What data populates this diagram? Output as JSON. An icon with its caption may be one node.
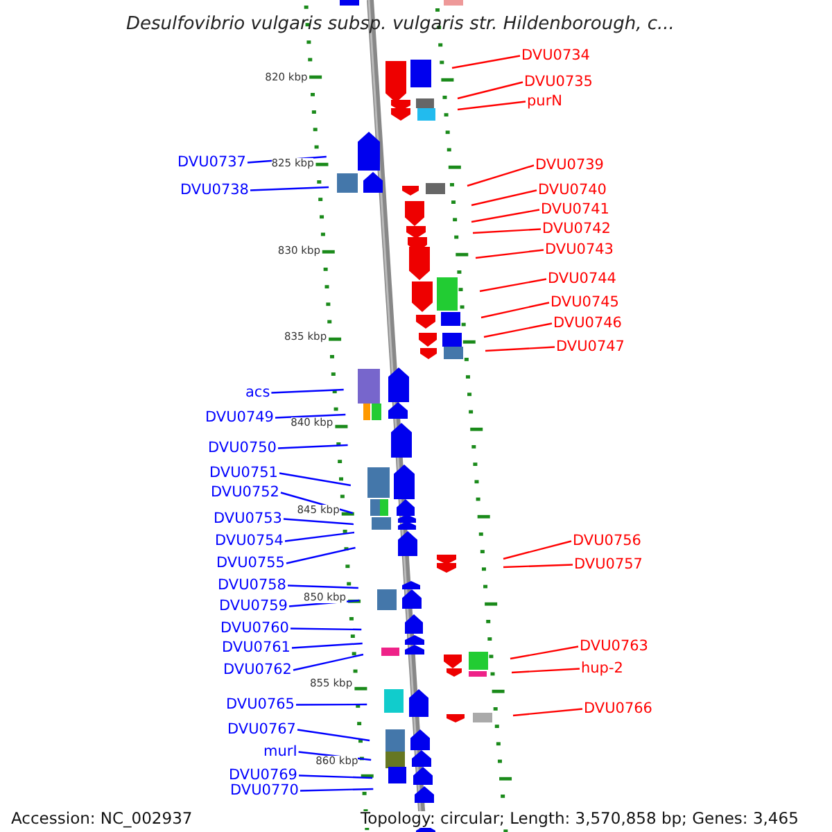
{
  "diagram": {
    "title": "Desulfovibrio vulgaris subsp. vulgaris str. Hildenborough, c...",
    "nodes": [
      {
        "text": [
          "DVU0734"
        ]
      },
      {
        "text": [
          "DVU0735"
        ]
      },
      {
        "text": [
          "purN"
        ]
      },
      {
        "text": [
          "DVU0737"
        ]
      },
      {
        "text": [
          "DVU0739"
        ]
      },
      {
        "text": [
          "DVU0738"
        ]
      },
      {
        "text": [
          "DVU0740"
        ]
      },
      {
        "text": [
          "DVU0741"
        ]
      },
      {
        "text": [
          "DVU0742"
        ]
      },
      {
        "text": [
          "DVU0743"
        ]
      },
      {
        "text": [
          "DVU0744"
        ]
      },
      {
        "text": [
          "DVU0745"
        ]
      },
      {
        "text": [
          "DVU0746"
        ]
      },
      {
        "text": [
          "DVU0747"
        ]
      },
      {
        "text": [
          "acs"
        ]
      },
      {
        "text": [
          "DVU0749"
        ]
      },
      {
        "text": [
          "DVU0750"
        ]
      },
      {
        "text": [
          "DVU0751"
        ]
      },
      {
        "text": [
          "DVU0752"
        ]
      },
      {
        "text": [
          "DVU0753"
        ]
      },
      {
        "text": [
          "DVU0754"
        ]
      },
      {
        "text": [
          "DVU0756"
        ]
      },
      {
        "text": [
          "DVU0755"
        ]
      },
      {
        "text": [
          "DVU0757"
        ]
      },
      {
        "text": [
          "DVU0758"
        ]
      },
      {
        "text": [
          "DVU0759"
        ]
      },
      {
        "text": [
          "DVU0760"
        ]
      },
      {
        "text": [
          "DVU0763"
        ]
      },
      {
        "text": [
          "DVU0761"
        ]
      },
      {
        "text": [
          "hup-2"
        ]
      },
      {
        "text": [
          "DVU0762"
        ]
      },
      {
        "text": [
          "DVU0765"
        ]
      },
      {
        "text": [
          "DVU0766"
        ]
      },
      {
        "text": [
          "DVU0767"
        ]
      },
      {
        "text": [
          "murI"
        ]
      },
      {
        "text": [
          "DVU0769"
        ]
      },
      {
        "text": [
          "DVU0770"
        ]
      }
    ],
    "edges": [
      {
        "from": 0,
        "to": null,
        "arrow": "none",
        "color": "#ff0000"
      },
      {
        "from": 1,
        "to": null,
        "arrow": "none",
        "color": "#ff0000"
      },
      {
        "from": 2,
        "to": null,
        "arrow": "none",
        "color": "#ff0000"
      },
      {
        "from": 3,
        "to": null,
        "arrow": "none"
      },
      {
        "from": 4,
        "to": null,
        "arrow": "none",
        "color": "#ff0000"
      },
      {
        "from": 5,
        "to": null,
        "arrow": "none"
      },
      {
        "from": 6,
        "to": null,
        "arrow": "none",
        "color": "#ff0000"
      },
      {
        "from": 7,
        "to": null,
        "arrow": "none",
        "color": "#ff0000"
      },
      {
        "from": 8,
        "to": null,
        "arrow": "none",
        "color": "#ff0000"
      },
      {
        "from": 9,
        "to": null,
        "arrow": "none",
        "color": "#ff0000"
      },
      {
        "from": 10,
        "to": null,
        "arrow": "none",
        "color": "#ff0000"
      },
      {
        "from": 11,
        "to": null,
        "arrow": "none",
        "color": "#ff0000"
      },
      {
        "from": 12,
        "to": null,
        "arrow": "none",
        "color": "#ff0000"
      },
      {
        "from": 13,
        "to": null,
        "arrow": "none",
        "color": "#ff0000"
      },
      {
        "from": 14,
        "to": null,
        "arrow": "none"
      },
      {
        "from": 15,
        "to": null,
        "arrow": "none"
      },
      {
        "from": 16,
        "to": null,
        "arrow": "none"
      },
      {
        "from": 17,
        "to": null,
        "arrow": "none"
      },
      {
        "from": 18,
        "to": null,
        "arrow": "none"
      },
      {
        "from": 19,
        "to": null,
        "arrow": "none"
      },
      {
        "from": 20,
        "to": null,
        "arrow": "none"
      },
      {
        "from": 21,
        "to": null,
        "arrow": "none",
        "color": "#ff0000"
      },
      {
        "from": 22,
        "to": null,
        "arrow": "none"
      },
      {
        "from": 23,
        "to": null,
        "arrow": "none",
        "color": "#ff0000"
      },
      {
        "from": 24,
        "to": null,
        "arrow": "none"
      },
      {
        "from": 25,
        "to": null,
        "arrow": "none"
      },
      {
        "from": 26,
        "to": null,
        "arrow": "none"
      },
      {
        "from": 27,
        "to": null,
        "arrow": "none",
        "color": "#ff0000"
      },
      {
        "from": 28,
        "to": null,
        "arrow": "none"
      },
      {
        "from": 29,
        "to": null,
        "arrow": "none",
        "color": "#ff0000"
      },
      {
        "from": 30,
        "to": null,
        "arrow": "none"
      },
      {
        "from": 31,
        "to": null,
        "arrow": "none"
      },
      {
        "from": 32,
        "to": null,
        "arrow": "none",
        "color": "#ff0000"
      },
      {
        "from": 33,
        "to": null,
        "arrow": "none"
      },
      {
        "from": 34,
        "to": null,
        "arrow": "none"
      },
      {
        "from": 35,
        "to": null,
        "arrow": "none"
      },
      {
        "from": 36,
        "to": null,
        "arrow": "none"
      }
    ],
    "labels": [
      "820 kbp",
      "825 kbp",
      "830 kbp",
      "835 kbp",
      "840 kbp",
      "845 kbp",
      "850 kbp",
      "855 kbp",
      "860 kbp",
      "Accession: NC_002937",
      "Topology: circular; Length: 3,570,858 bp; Genes: 3,465"
    ]
  }
}
